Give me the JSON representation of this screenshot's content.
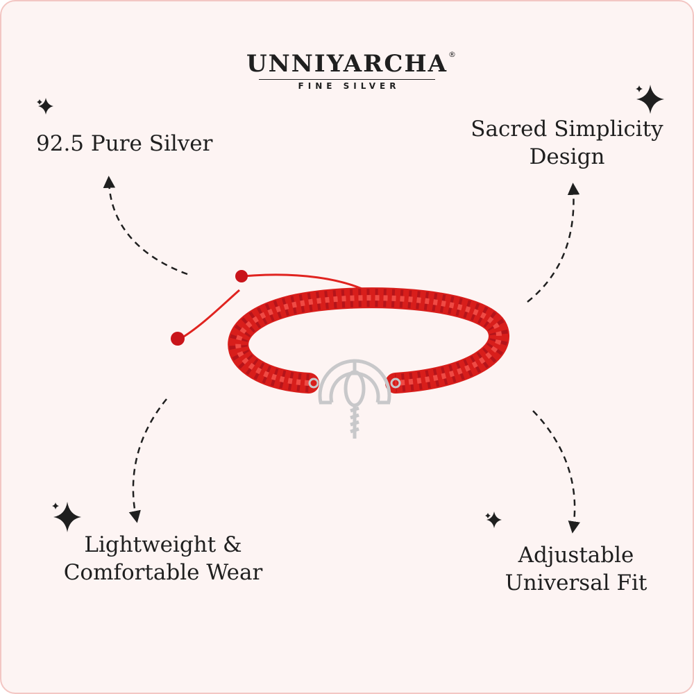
{
  "brand": {
    "name": "UNNIYARCHA",
    "registered": "®",
    "tagline": "FINE SILVER"
  },
  "features": [
    {
      "lines": [
        "92.5 Pure Silver"
      ]
    },
    {
      "lines": [
        "Sacred Simplicity",
        "Design"
      ]
    },
    {
      "lines": [
        "Lightweight &",
        "Comfortable Wear"
      ]
    },
    {
      "lines": [
        "Adjustable",
        "Universal Fit"
      ]
    }
  ],
  "product": {
    "cord_color": "#e0231f",
    "metal_color": "#d9d9db"
  },
  "colors": {
    "background": "#fdf4f3",
    "border": "#f3c6c3",
    "text": "#1f1f1f"
  },
  "icons": [
    "sparkle-icon",
    "dashed-arrow-icon"
  ]
}
